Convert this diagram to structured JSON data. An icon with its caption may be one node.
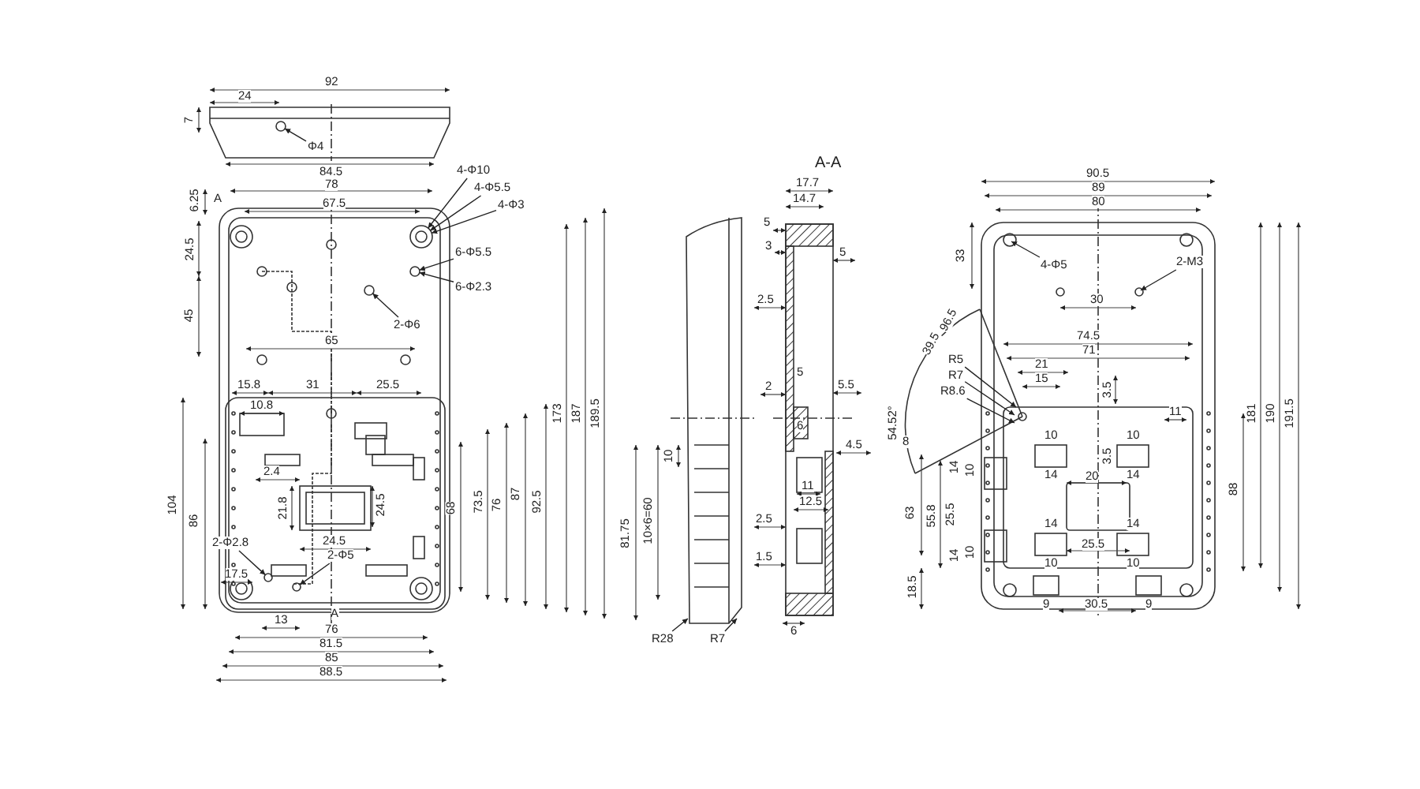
{
  "diagram": {
    "nodes": [
      {
        "text": [
          "Φ4"
        ]
      },
      {
        "text": [
          "4-Φ10"
        ]
      },
      {
        "text": [
          "4-Φ5.5"
        ]
      },
      {
        "text": [
          "4-Φ3"
        ]
      },
      {
        "text": [
          "6-Φ5.5"
        ]
      },
      {
        "text": [
          "6-Φ2.3"
        ]
      },
      {
        "text": [
          "2-Φ6"
        ]
      },
      {
        "text": [
          "2-Φ2.8"
        ]
      },
      {
        "text": [
          "2-Φ5"
        ]
      },
      {
        "text": [
          "R28"
        ]
      },
      {
        "text": [
          "R7"
        ]
      },
      {
        "text": [
          "4-Φ5"
        ]
      },
      {
        "text": [
          "2-M3"
        ]
      },
      {
        "text": [
          "R5"
        ]
      },
      {
        "text": [
          "R7"
        ]
      },
      {
        "text": [
          "R8.6"
        ]
      },
      {
        "text": [],
        "shape": "picture"
      },
      {
        "text": [],
        "shape": "circle"
      },
      {
        "text": [],
        "shape": "circle"
      },
      {
        "text": [],
        "shape": "circle"
      },
      {
        "text": [],
        "shape": "circle"
      },
      {
        "text": [],
        "shape": "circle"
      },
      {
        "text": [],
        "shape": "circle"
      }
    ],
    "edges": [
      {
        "from": 0,
        "to": 17,
        "arrow": "to"
      },
      {
        "from": 1,
        "to": 18,
        "arrow": "to"
      },
      {
        "from": 2,
        "to": 18,
        "arrow": "to"
      },
      {
        "from": 3,
        "to": 18,
        "arrow": "to"
      },
      {
        "from": 4,
        "to": 19,
        "arrow": "to"
      },
      {
        "from": 5,
        "to": 19,
        "arrow": "to"
      },
      {
        "from": 6,
        "to": 20,
        "arrow": "to"
      },
      {
        "from": 7,
        "to": 21,
        "arrow": "to"
      },
      {
        "from": 8,
        "to": 22,
        "arrow": "to"
      },
      {
        "from": 9,
        "to": 16,
        "arrow": "to"
      },
      {
        "from": 10,
        "to": 16,
        "arrow": "to"
      },
      {
        "from": 11,
        "to": null,
        "arrow": "to"
      },
      {
        "from": 12,
        "to": null,
        "arrow": "to"
      },
      {
        "from": 13,
        "to": null,
        "arrow": "to"
      },
      {
        "from": 14,
        "to": null,
        "arrow": "to"
      },
      {
        "from": 15,
        "to": null,
        "arrow": "to"
      }
    ],
    "labels": [
      "92",
      "24",
      "7",
      "84.5",
      "6.25",
      "78",
      "A",
      "67.5",
      "24.5",
      "45",
      "65",
      "15.8",
      "31",
      "25.5",
      "10.8",
      "2.4",
      "21.8",
      "24.5",
      "24.5",
      "104",
      "86",
      "68",
      "73.5",
      "76",
      "87",
      "92.5",
      "173",
      "187",
      "189.5",
      "17.5",
      "13",
      "A",
      "76",
      "81.5",
      "85",
      "88.5",
      "81.75",
      "10×6=60",
      "10",
      "A-A",
      "17.7",
      "14.7",
      "5",
      "3",
      "5",
      "2.5",
      "5",
      "2",
      "5.5",
      "6",
      "4.5",
      "11",
      "12.5",
      "2.5",
      "1.5",
      "6",
      "90.5",
      "89",
      "80",
      "33",
      "30",
      "39.5",
      "96.5",
      "74.5",
      "71",
      "21",
      "15",
      "3.5",
      "11",
      "54.52°",
      "8",
      "14",
      "10",
      "63",
      "55.8",
      "25.5",
      "14",
      "10",
      "10",
      "14",
      "20",
      "3.5",
      "10",
      "14",
      "88",
      "14",
      "10",
      "25.5",
      "14",
      "10",
      "9",
      "30.5",
      "9",
      "18.5",
      "181",
      "190",
      "191.5"
    ]
  }
}
